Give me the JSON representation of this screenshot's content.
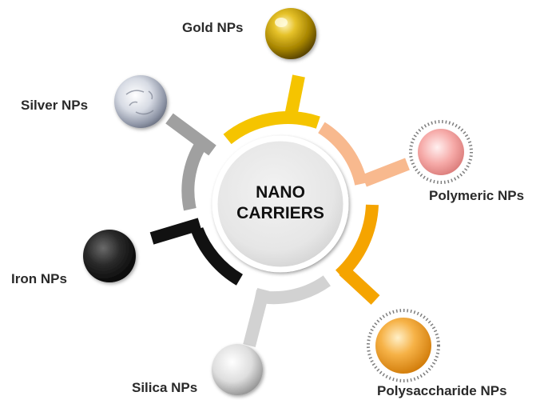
{
  "center": {
    "line1": "NANO",
    "line2": "CARRIERS"
  },
  "items": [
    {
      "key": "gold",
      "label": "Gold NPs",
      "connector_color": "#F5C400"
    },
    {
      "key": "silver",
      "label": "Silver NPs",
      "connector_color": "#A0A0A0"
    },
    {
      "key": "polymeric",
      "label": "Polymeric NPs",
      "connector_color": "#F8B98E"
    },
    {
      "key": "iron",
      "label": "Iron NPs",
      "connector_color": "#111111"
    },
    {
      "key": "polysaccharide",
      "label": "Polysaccharide NPs",
      "connector_color": "#F5A400"
    },
    {
      "key": "silica",
      "label": "Silica NPs",
      "connector_color": "#D2D2D2"
    }
  ]
}
